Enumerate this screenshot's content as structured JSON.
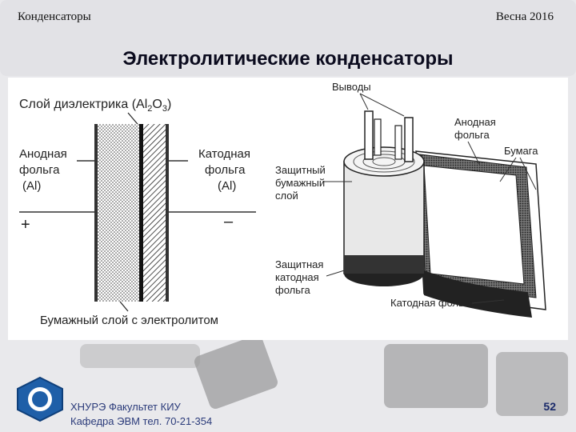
{
  "header": {
    "left": "Конденсаторы",
    "right": "Весна 2016"
  },
  "title": "Электролитические конденсаторы",
  "diagram_left": {
    "dielectric_label": "Слой диэлектрика (Al",
    "dielectric_sub1": "2",
    "dielectric_mid": "O",
    "dielectric_sub2": "3",
    "dielectric_end": ")",
    "anode_line1": "Анодная",
    "anode_line2": "фольга",
    "anode_line3": "(Al)",
    "cathode_line1": "Катодная",
    "cathode_line2": "фольга",
    "cathode_line3": "(Al)",
    "plus": "+",
    "minus": "–",
    "paper_label": "Бумажный слой с электролитом"
  },
  "diagram_right": {
    "leads": "Выводы",
    "anode_foil_1": "Анодная",
    "anode_foil_2": "фольга",
    "paper": "Бумага",
    "protect_paper_1": "Защитный",
    "protect_paper_2": "бумажный",
    "protect_paper_3": "слой",
    "protect_cathode_1": "Защитная",
    "protect_cathode_2": "катодная",
    "protect_cathode_3": "фольга",
    "cathode_foil": "Катодная фольга"
  },
  "footer": {
    "line1": "ХНУРЭ Факультет КИУ",
    "line2": "Кафедра ЭВМ   тел. 70-21-354",
    "page": "52"
  },
  "colors": {
    "title": "#0b0b1e",
    "footer_text": "#2b3b7a",
    "logo": "#1f5fa8"
  }
}
